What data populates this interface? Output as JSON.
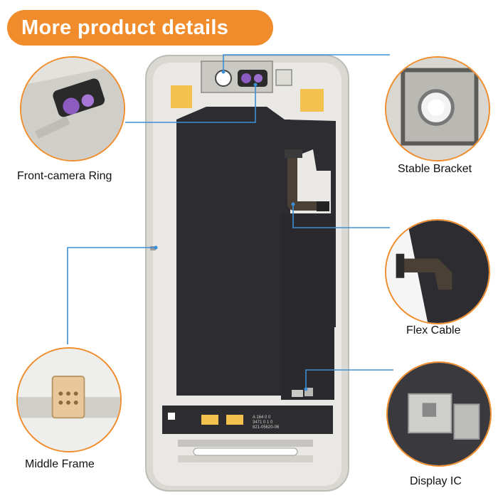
{
  "banner": {
    "title": "More product details"
  },
  "callouts": [
    {
      "label": "Front-camera Ring"
    },
    {
      "label": "Stable Bracket"
    },
    {
      "label": "Flex Cable"
    },
    {
      "label": "Middle Frame"
    },
    {
      "label": "Display IC"
    }
  ],
  "phone": {
    "chip_text_1": "A 164 0 0",
    "chip_text_2": "3471 0 1 0",
    "chip_text_3": "821-05620-06"
  },
  "colors": {
    "accent": "#f08c2b",
    "leader": "#3b8fd6",
    "panel": "#2c2c31",
    "frame": "#dcdcd8",
    "tape": "#f2c14e"
  }
}
